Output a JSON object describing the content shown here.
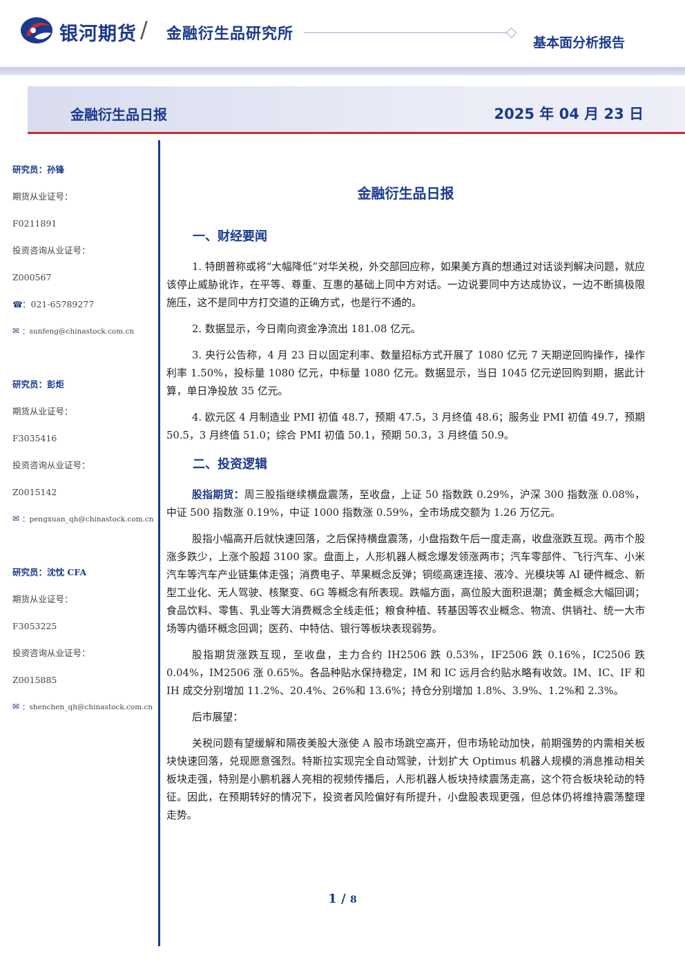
{
  "header": {
    "brand": "银河期货",
    "slash": "/",
    "institute": "金融衍生品研究所",
    "report_type": "基本面分析报告",
    "colors": {
      "primary": "#1b3a8c",
      "accent": "#cc2a2f"
    }
  },
  "banner": {
    "title": "金融衍生品日报",
    "date": "2025 年 04 月 23 日"
  },
  "analysts": [
    {
      "name": "研究员：孙锋",
      "futures_label": "期货从业证号：",
      "futures_id": "F0211891",
      "consult_label": "投资咨询从业证号：",
      "consult_id": "Z000567",
      "phone_icon": "☎",
      "phone": "：021-65789277",
      "email_icon": "✉",
      "email": "：sunfeng@chinastock.com.cn"
    },
    {
      "name": "研究员：彭炬",
      "futures_label": "期货从业证号：",
      "futures_id": "F3035416",
      "consult_label": "投资咨询从业证号：",
      "consult_id": "Z0015142",
      "email_icon": "✉",
      "email": "：pengxuan_qh@chinastock.com.cn"
    },
    {
      "name": "研究员：沈忱  CFA",
      "futures_label": "期货从业证号：",
      "futures_id": "F3053225",
      "consult_label": "投资咨询从业证号：",
      "consult_id": "Z0015885",
      "email_icon": "✉",
      "email": "：shenchen_qh@chinastock.com.cn"
    }
  ],
  "main": {
    "title": "金融衍生品日报",
    "section1": {
      "heading": "一、财经要闻",
      "items": [
        "1. 特朗普称或将“大幅降低”对华关税，外交部回应称，如果美方真的想通过对话谈判解决问题，就应该停止威胁讹诈，在平等、尊重、互惠的基础上同中方对话。一边说要同中方达成协议，一边不断搞极限施压，这不是同中方打交道的正确方式，也是行不通的。",
        "2. 数据显示，今日南向资金净流出 181.08 亿元。",
        "3. 央行公告称，4 月 23 日以固定利率、数量招标方式开展了 1080 亿元 7 天期逆回购操作，操作利率 1.50%，投标量 1080 亿元，中标量 1080 亿元。数据显示，当日 1045 亿元逆回购到期，据此计算，单日净投放 35 亿元。",
        "4. 欧元区 4 月制造业 PMI 初值 48.7，预期 47.5，3 月终值 48.6；服务业 PMI 初值 49.7，预期 50.5，3 月终值 51.0；综合 PMI 初值 50.1，预期 50.3，3 月终值 50.9。"
      ]
    },
    "section2": {
      "heading": "二、投资逻辑",
      "lead_label": "股指期货：",
      "lead_text": "周三股指继续横盘震荡，至收盘，上证 50 指数跌 0.29%，沪深 300 指数涨 0.08%，中证 500 指数涨 0.19%，中证 1000 指数涨 0.59%，全市场成交额为 1.26 万亿元。",
      "para2": "股指小幅高开后就快速回落，之后保持横盘震荡，小盘指数午后一度走高，收盘涨跌互现。两市个股涨多跌少，上涨个股超 3100 家。盘面上，人形机器人概念爆发领涨两市；汽车零部件、飞行汽车、小米汽车等汽车产业链集体走强；消费电子、苹果概念反弹；铜缆高速连接、液冷、光模块等 AI 硬件概念、新型工业化、无人驾驶、核聚变、6G 等概念有所表现。跌幅方面，高位股大面积退潮；黄金概念大幅回调；食品饮料、零售、乳业等大消费概念全线走低；粮食种植、转基因等农业概念、物流、供销社、统一大市场等内循环概念回调；医药、中特估、银行等板块表现弱势。",
      "para3": "股指期货涨跌互现，至收盘，主力合约 IH2506 跌 0.53%，IF2506 跌 0.16%，IC2506 跌 0.04%，IM2506 涨 0.65%。各品种贴水保持稳定，IM 和 IC 远月合约贴水略有收敛。IM、IC、IF 和 IH 成交分别增加 11.2%、20.4%、26%和 13.6%；持仓分别增加 1.8%、3.9%、1.2%和 2.3%。",
      "outlook_label": "后市展望：",
      "outlook_text": "关税问题有望缓解和隔夜美股大涨使 A 股市场跳空高开，但市场轮动加快，前期强势的内需相关板块快速回落，兑现愿意强烈。特斯拉实现完全自动驾驶，计划扩大 Optimus 机器人规模的消息推动相关板块走强，特别是小鹏机器人亮相的视频传播后，人形机器人板块持续震荡走高，这个符合板块轮动的特征。因此，在预期转好的情况下，投资者风险偏好有所提升，小盘股表现更强，但总体仍将维持震荡整理走势。"
    }
  },
  "footer": {
    "page": "1",
    "separator": " / ",
    "total": "8"
  }
}
